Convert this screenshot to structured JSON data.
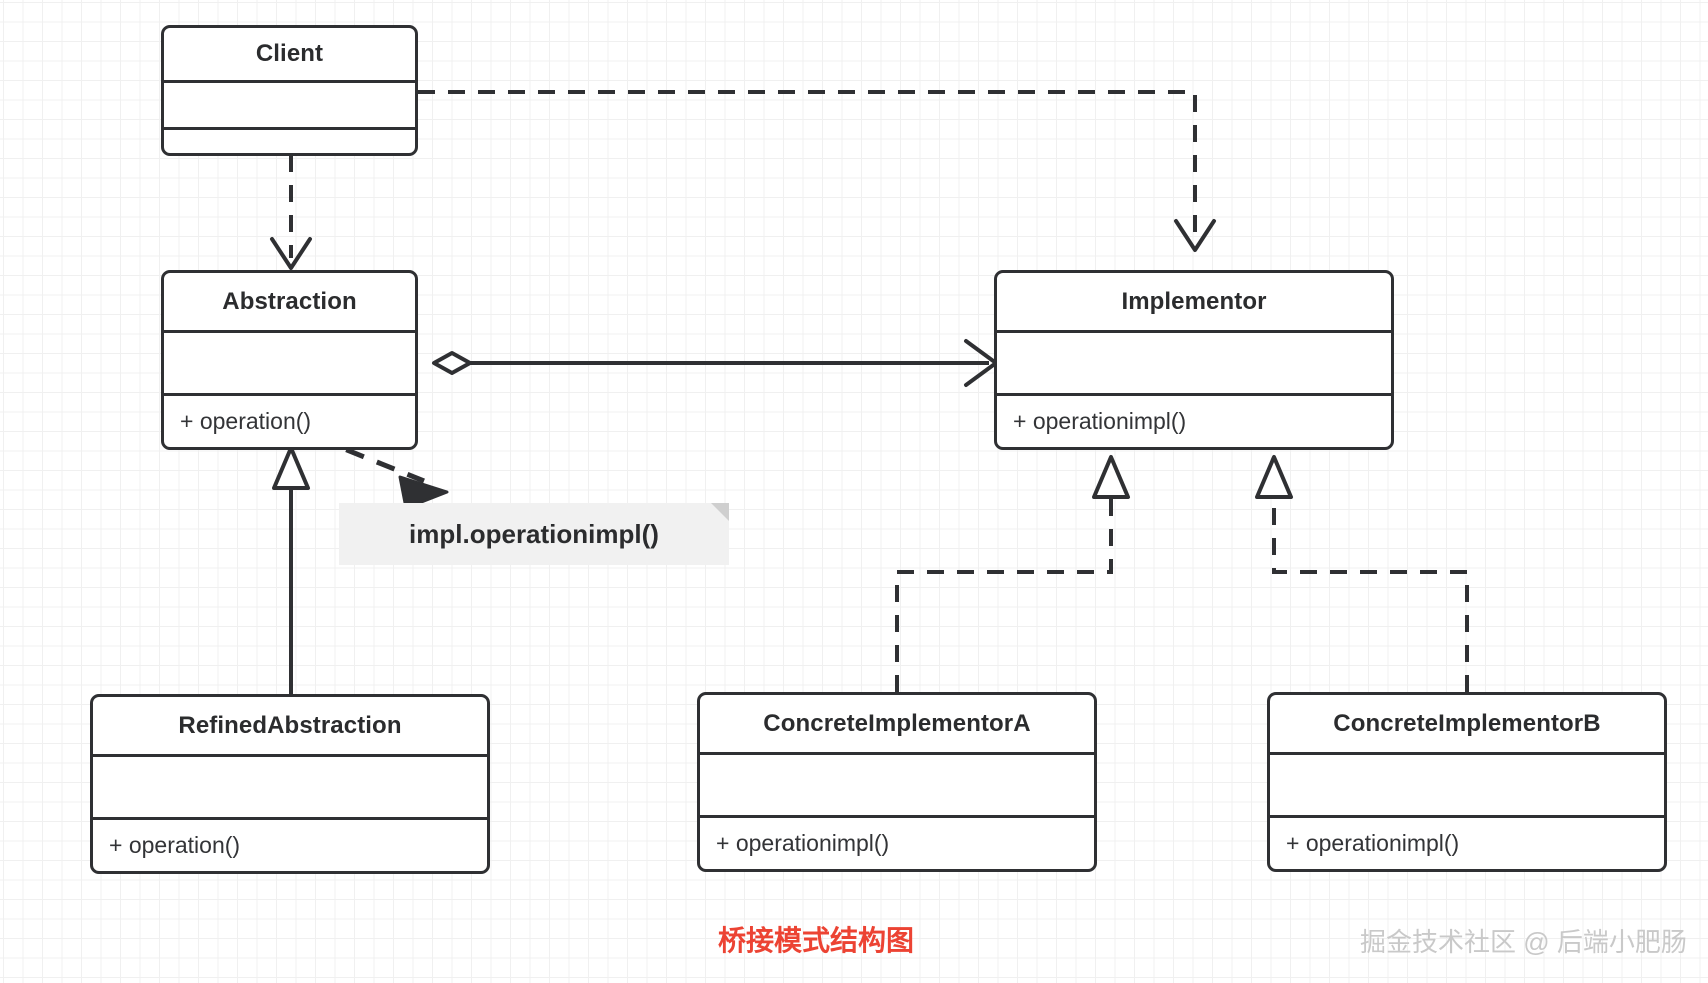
{
  "diagram": {
    "title": "桥接模式结构图",
    "watermark": "掘金技术社区 @ 后端小肥肠",
    "type": "uml-class-diagram",
    "colors": {
      "stroke": "#2f3033",
      "box_fill": "#ffffff",
      "note_fill": "#f1f1f1",
      "caption": "#ec4333",
      "watermark": "#c9c9c9",
      "grid_minor": "#f0f0f0",
      "grid_major": "#e6e6e6"
    },
    "classes": [
      {
        "id": "client",
        "name": "Client",
        "attributes": "",
        "operations": ""
      },
      {
        "id": "abstraction",
        "name": "Abstraction",
        "attributes": "",
        "operations": "+ operation()"
      },
      {
        "id": "implementor",
        "name": "Implementor",
        "attributes": "",
        "operations": "+ operationimpl()"
      },
      {
        "id": "refined-abstraction",
        "name": "RefinedAbstraction",
        "attributes": "",
        "operations": "+ operation()"
      },
      {
        "id": "concrete-implementor-a",
        "name": "ConcreteImplementorA",
        "attributes": "",
        "operations": "+ operationimpl()"
      },
      {
        "id": "concrete-implementor-b",
        "name": "ConcreteImplementorB",
        "attributes": "",
        "operations": "+ operationimpl()"
      }
    ],
    "note": {
      "text": "impl.operationimpl()"
    },
    "relations": [
      {
        "from": "client",
        "to": "abstraction",
        "kind": "dependency"
      },
      {
        "from": "client",
        "to": "implementor",
        "kind": "dependency"
      },
      {
        "from": "abstraction",
        "to": "implementor",
        "kind": "aggregation"
      },
      {
        "from": "abstraction",
        "to": "note",
        "kind": "note-link"
      },
      {
        "from": "refined-abstraction",
        "to": "abstraction",
        "kind": "generalization"
      },
      {
        "from": "concrete-implementor-a",
        "to": "implementor",
        "kind": "realization"
      },
      {
        "from": "concrete-implementor-b",
        "to": "implementor",
        "kind": "realization"
      }
    ]
  }
}
